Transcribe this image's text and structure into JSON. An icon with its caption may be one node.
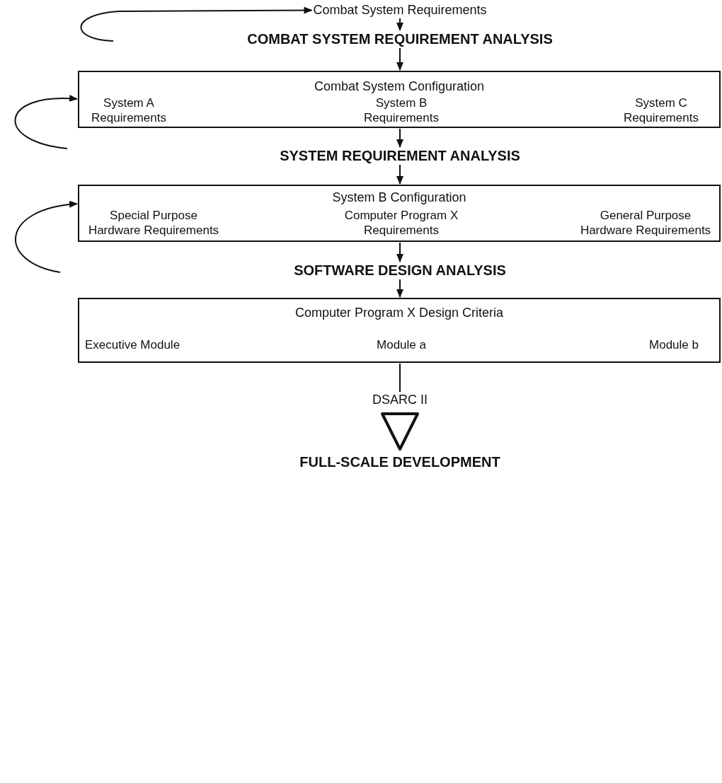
{
  "diagram": {
    "nodes": [
      {
        "text": [
          "Combat System Requirements"
        ]
      },
      {
        "text": [
          "COMBAT SYSTEM REQUIREMENT ANALYSIS"
        ]
      },
      {
        "text": [
          "Combat System Configuration"
        ]
      },
      {
        "text": [
          "System A Requirements"
        ],
        "in": 2
      },
      {
        "text": [
          "System B Requirements"
        ],
        "in": 2
      },
      {
        "text": [
          "System C Requirements"
        ],
        "in": 2
      },
      {
        "text": [
          "SYSTEM REQUIREMENT ANALYSIS"
        ]
      },
      {
        "text": [
          "System B Configuration"
        ]
      },
      {
        "text": [
          "Special Purpose Hardware Requirements"
        ],
        "in": 7
      },
      {
        "text": [
          "Computer Program X Requirements"
        ],
        "in": 7
      },
      {
        "text": [
          "General Purpose Hardware Requirements"
        ],
        "in": 7
      },
      {
        "text": [
          "SOFTWARE DESIGN ANALYSIS"
        ]
      },
      {
        "text": [
          "Computer Program X Design Criteria"
        ]
      },
      {
        "text": [
          "Executive Module"
        ],
        "in": 12
      },
      {
        "text": [
          "Module a"
        ],
        "in": 12
      },
      {
        "text": [
          "Module b"
        ],
        "in": 12
      },
      {
        "text": [
          "DSARC II"
        ]
      },
      {
        "text": [],
        "shape": "triangle"
      },
      {
        "text": [
          "FULL-SCALE DEVELOPMENT"
        ]
      }
    ],
    "edges": [
      {
        "from": 0,
        "to": 1,
        "arrow": "to"
      },
      {
        "from": 1,
        "to": 2,
        "arrow": "to"
      },
      {
        "from": 2,
        "to": 6,
        "arrow": "to"
      },
      {
        "from": 6,
        "to": 7,
        "arrow": "to"
      },
      {
        "from": 7,
        "to": 11,
        "arrow": "to"
      },
      {
        "from": 11,
        "to": 12,
        "arrow": "to"
      },
      {
        "from": 12,
        "to": 16,
        "arrow": "none"
      },
      {
        "from": null,
        "to": 0,
        "arrow": "to"
      },
      {
        "from": null,
        "to": 2,
        "arrow": "to"
      },
      {
        "from": null,
        "to": 7,
        "arrow": "to"
      }
    ]
  }
}
